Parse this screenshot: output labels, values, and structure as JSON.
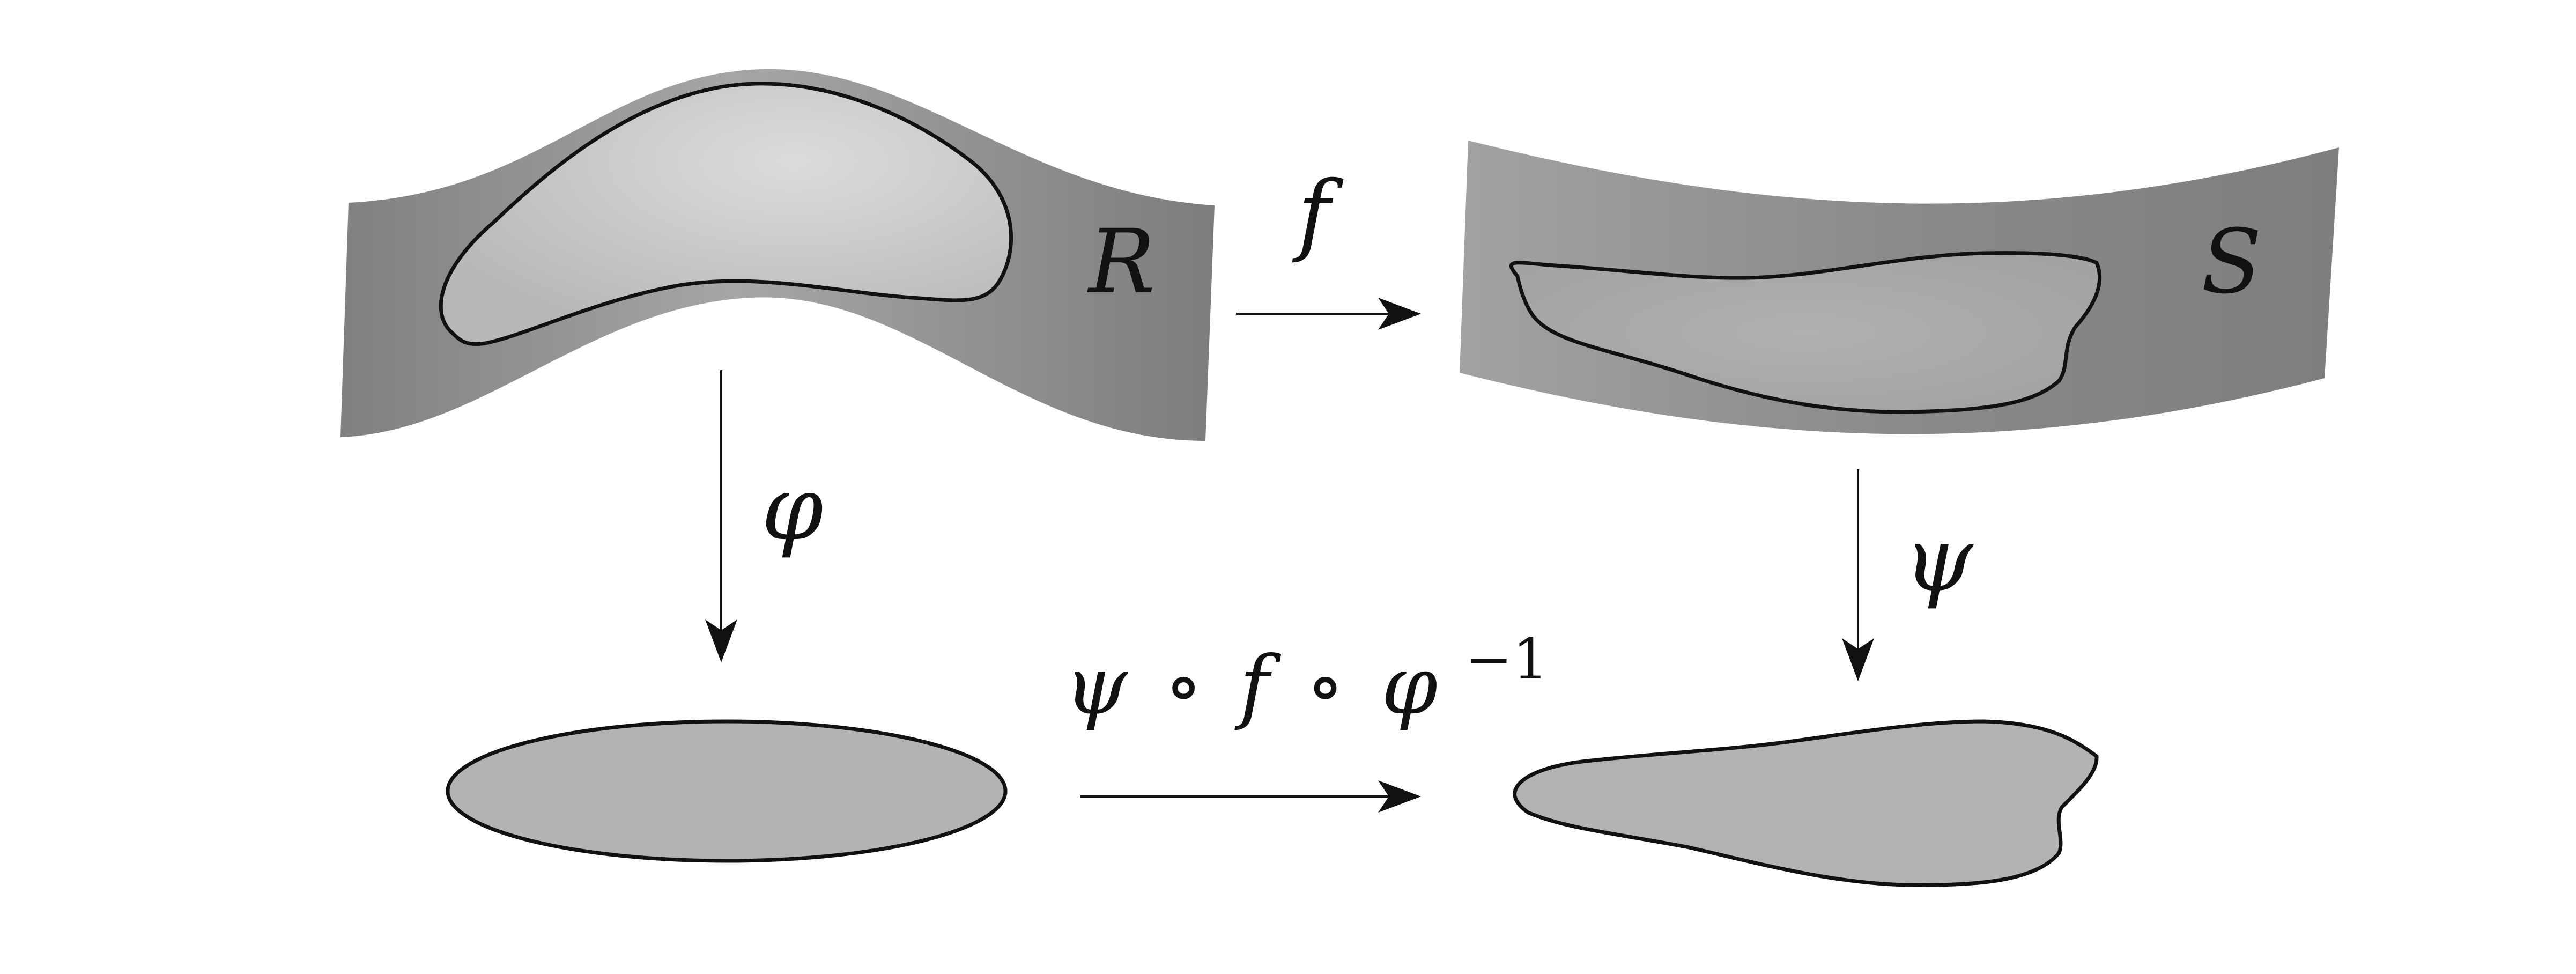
{
  "labels": {
    "surface_r": "R",
    "surface_s": "S",
    "map_f": "f",
    "map_phi": "φ",
    "map_psi": "ψ",
    "composite": {
      "psi": "ψ",
      "circle1": "∘",
      "f": "f",
      "circle2": "∘",
      "phi": "φ",
      "exponent": "−1"
    }
  },
  "colors": {
    "surface_dark": "#7a7a7a",
    "surface_mid": "#969696",
    "region_light": "#d6d6d6",
    "region_flat": "#b3b3b3",
    "stroke": "#111111"
  }
}
